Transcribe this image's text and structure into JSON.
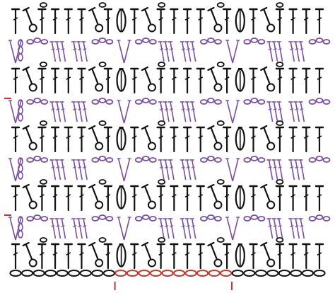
{
  "chart": {
    "colors": {
      "background": "#ffffff",
      "odd_row_ink": "#111111",
      "even_row_ink": "#7b4ea3",
      "repeat_marker": "#c0392b"
    },
    "odd_row_pattern": [
      "dc",
      "picot",
      "dc",
      "dc",
      "dc",
      "dc",
      "picot",
      "dc",
      "cluster",
      "dc",
      "picot",
      "dc",
      "dc",
      "dc",
      "dc",
      "picot",
      "dc",
      "cluster",
      "dc",
      "picot",
      "dc",
      "dc",
      "dc",
      "dc"
    ],
    "even_row_pattern": [
      "v-stitch",
      "chain-arc",
      "dc-fan",
      "dc-fan",
      "chain-arc",
      "v-stitch",
      "chain-arc",
      "dc-fan",
      "dc-fan",
      "chain-arc",
      "v-stitch",
      "chain-arc",
      "dc-fan",
      "dc-fan",
      "chain-arc"
    ],
    "row_count": 9,
    "foundation_chain_count": 27,
    "repeat_chain_count": 10,
    "stitch_symbols": {
      "dc": "T-stitch-icon",
      "picot": "loop-stitch-icon",
      "cluster": "oval-cluster-icon",
      "v-stitch": "v-stitch-icon",
      "chain-arc": "chain-arc-icon",
      "dc-fan": "fan-stitch-icon",
      "chain": "chain-oval-icon"
    }
  }
}
